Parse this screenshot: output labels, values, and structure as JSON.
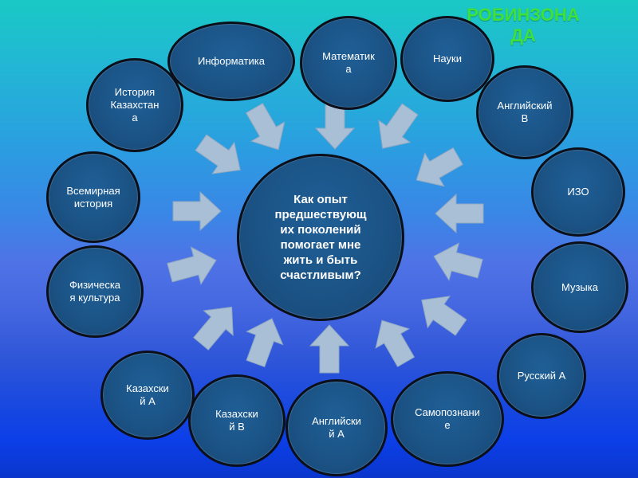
{
  "title": "РОБИНЗОНА\nДА",
  "center": "Как опыт\nпредшествующ\nих поколений\nпомогает мне\nжить и быть\nсчастливым?",
  "subjects": {
    "informatika": "Информатика",
    "matematika": "Математик\nа",
    "nauki": "Науки",
    "istoria_kz": "История\nКазахстан\nа",
    "english_b": "Английский\nВ",
    "izo": "ИЗО",
    "world_history": "Всемирная\nистория",
    "muzyka": "Музыка",
    "phys": "Физическа\nя культура",
    "russian_a": "Русский А",
    "kazakh_a": "Казахски\nй А",
    "kazakh_b": "Казахски\nй В",
    "english_a": "Английски\nй А",
    "samopoznanie": "Самопознани\nе"
  },
  "colors": {
    "bubble": "#1b5284",
    "border": "#0b0f1a",
    "arrow": "#a9bfd6",
    "title": "#3fe03a"
  }
}
